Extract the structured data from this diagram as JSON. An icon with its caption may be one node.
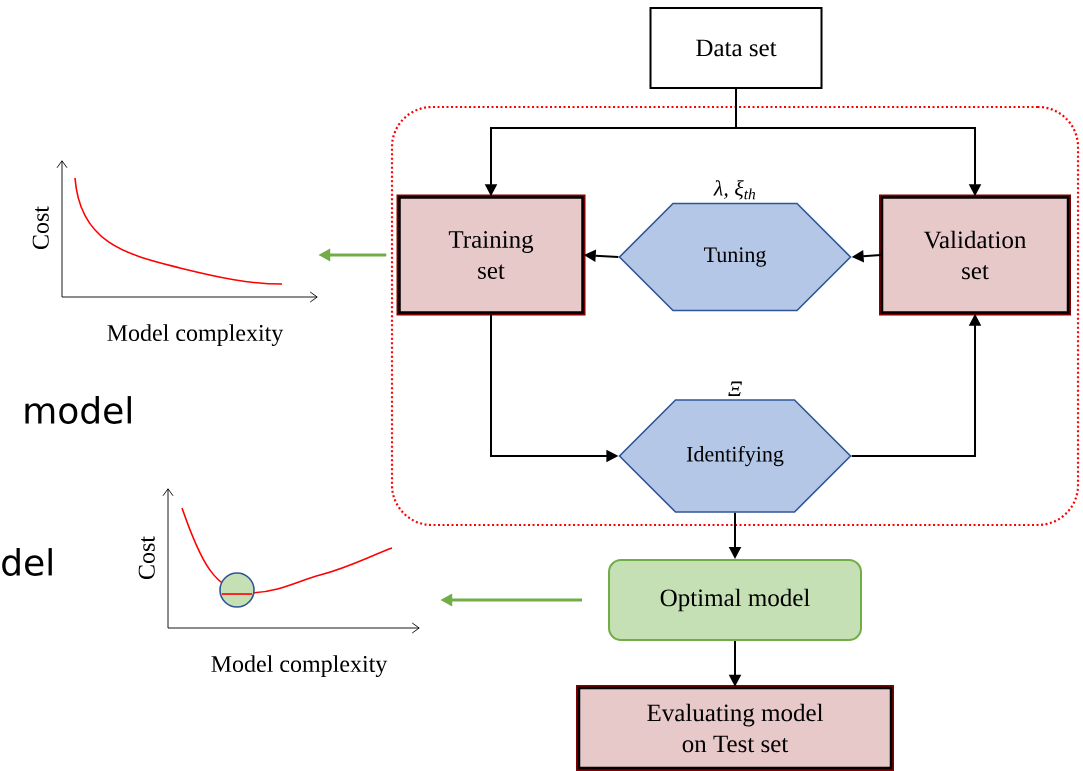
{
  "diagram": {
    "nodes": [
      {
        "text": [
          "Data set"
        ]
      },
      {
        "text": [],
        "shape": "box"
      },
      {
        "text": [
          "Training set"
        ],
        "in": 1
      },
      {
        "text": [
          "Tuning"
        ],
        "beside": [
          "λ, ξ$_{th}$"
        ],
        "in": 1
      },
      {
        "text": [
          "Validation set"
        ],
        "in": 1
      },
      {
        "text": [
          "Identifying"
        ],
        "beside": [
          "Ξ"
        ],
        "in": 1
      },
      {
        "text": [
          "Optimal model"
        ]
      },
      {
        "text": [
          "Evaluating model on Test set"
        ]
      },
      {
        "text": [
          "Cost",
          "Model complexity"
        ]
      },
      {
        "text": [
          "Cost",
          "Model complexity"
        ]
      }
    ],
    "edges": [
      {
        "from": 0,
        "to": 2,
        "arrow": "to"
      },
      {
        "from": 0,
        "to": 4,
        "arrow": "to"
      },
      {
        "from": 4,
        "to": 3,
        "arrow": "to"
      },
      {
        "from": 3,
        "to": 2,
        "arrow": "to"
      },
      {
        "from": 2,
        "to": 5,
        "arrow": "to"
      },
      {
        "from": 5,
        "to": 4,
        "arrow": "to"
      },
      {
        "from": 5,
        "to": 6,
        "arrow": "to"
      },
      {
        "from": 6,
        "to": 7,
        "arrow": "to"
      },
      {
        "from": 2,
        "to": 8,
        "arrow": "to",
        "color": "#70ad47"
      },
      {
        "from": 6,
        "to": 9,
        "arrow": "to",
        "color": "#70ad47"
      }
    ],
    "labels": [
      "model",
      "del"
    ]
  }
}
